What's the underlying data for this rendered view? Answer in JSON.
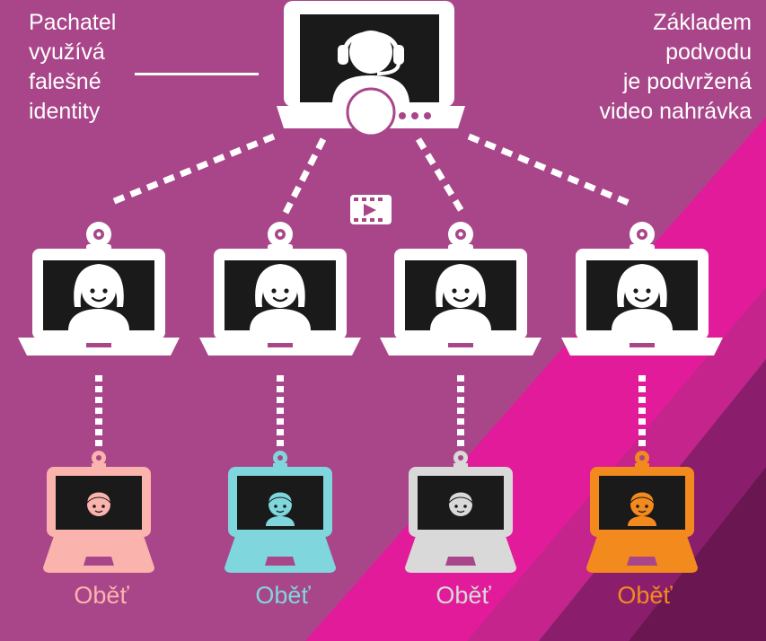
{
  "captions": {
    "left": [
      "Pachatel",
      "využívá",
      "falešné",
      "identity"
    ],
    "right": [
      "Základem",
      "podvodu",
      "je podvržená",
      "video nahrávka"
    ]
  },
  "victims": [
    {
      "label": "Oběť",
      "color": "#fbb3ad"
    },
    {
      "label": "Oběť",
      "color": "#7fd6dc"
    },
    {
      "label": "Oběť",
      "color": "#d9d9d9"
    },
    {
      "label": "Oběť",
      "color": "#f28a1d"
    }
  ],
  "colors": {
    "background": "#a9468a",
    "stripe": "#e21b9a",
    "stripe_dark": "#8b1e6c",
    "white": "#ffffff",
    "screen": "#1a1a1a"
  },
  "icons": [
    "headset-operator-icon",
    "video-clip-icon",
    "webcam-icon",
    "woman-avatar-icon",
    "child-avatar-icon"
  ]
}
